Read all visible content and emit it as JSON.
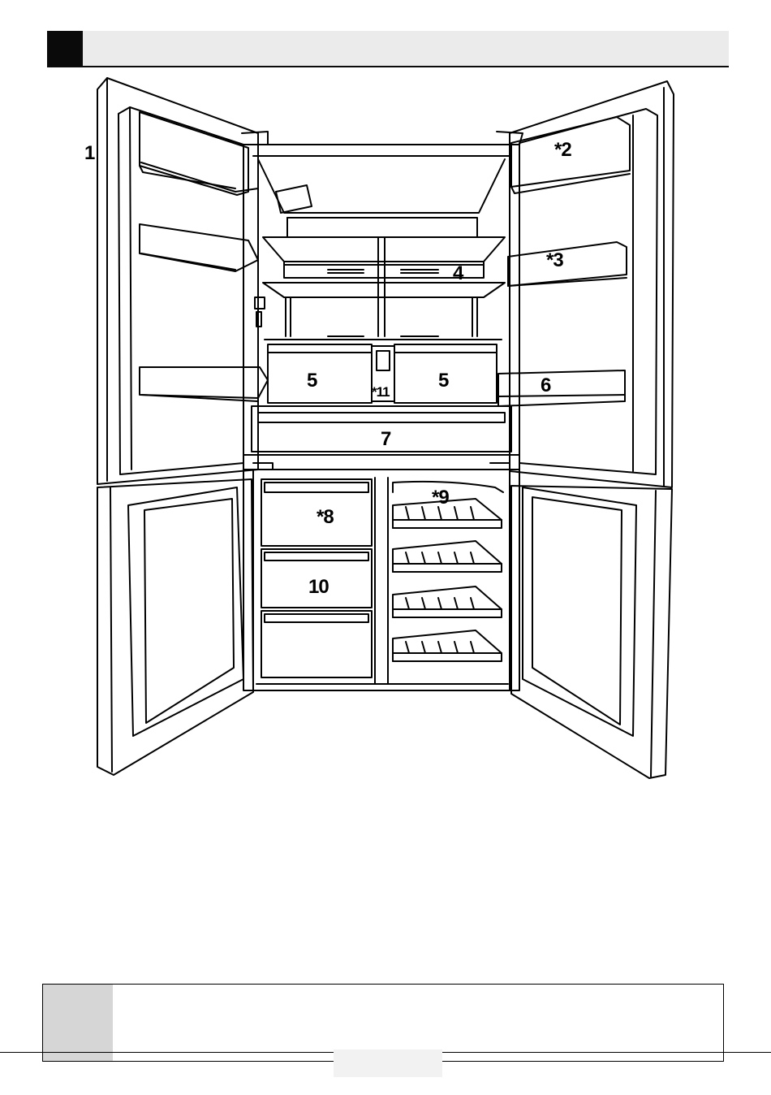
{
  "diagram": {
    "callouts": {
      "c1": "1",
      "c2": "*2",
      "c3": "*3",
      "c4": "4",
      "c5a": "5",
      "c5b": "5",
      "c6": "6",
      "c7": "7",
      "c8": "*8",
      "c9": "*9",
      "c10": "10",
      "c11": "*11"
    }
  },
  "colors": {
    "header_bar": "#ebebeb",
    "header_block": "#0a0a0a",
    "note_gray": "#d6d6d6"
  }
}
